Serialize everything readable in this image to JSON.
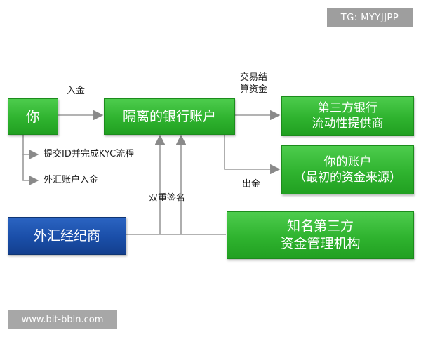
{
  "watermarks": {
    "tag": "TG: MYYJJPP",
    "site": "www.bit-bbin.com"
  },
  "nodes": {
    "you": "你",
    "isolated_bank_account": "隔离的银行账户",
    "third_party_bank": [
      "第三方银行",
      "流动性提供商"
    ],
    "your_account": [
      "你的账户",
      "（最初的资金来源）"
    ],
    "forex_broker": "外汇经纪商",
    "third_party_fund_manager": [
      "知名第三方",
      "资金管理机构"
    ]
  },
  "edge_labels": {
    "deposit": "入金",
    "settlement": [
      "交易结",
      "算资金"
    ],
    "withdraw": "出金",
    "submit_kyc": "提交ID并完成KYC流程",
    "forex_deposit": "外汇账户入金",
    "dual_signature": "双重签名"
  },
  "colors": {
    "green_node": "#2fb32f",
    "blue_node": "#1a4ea8",
    "connector": "#9a9a9a",
    "arrow": "#8a8a8a",
    "watermark_bg": "#9e9e9e"
  }
}
